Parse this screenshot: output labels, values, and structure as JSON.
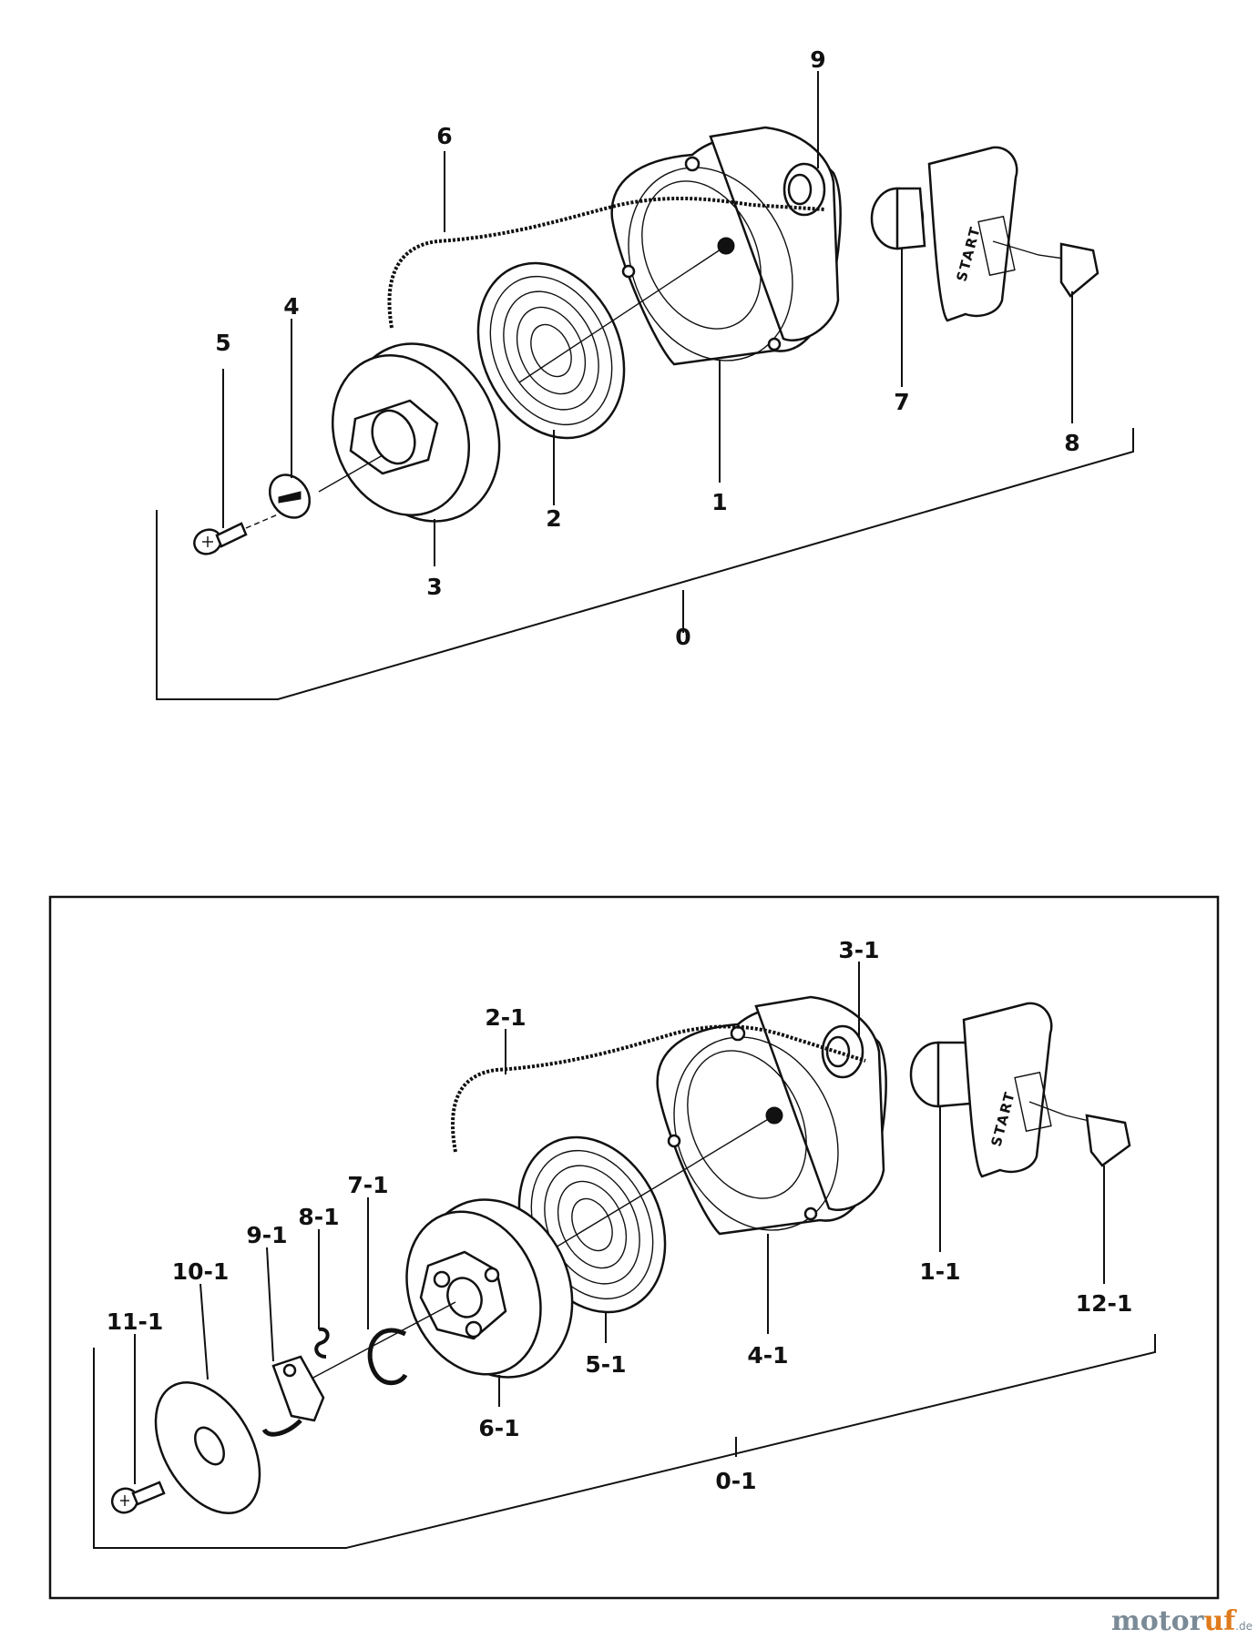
{
  "diagram_1": {
    "callouts": {
      "assembly": "0",
      "housing": "1",
      "spring": "2",
      "pulley": "3",
      "washer": "4",
      "screw": "5",
      "rope": "6",
      "guide": "7",
      "stopper": "8",
      "bushing": "9"
    },
    "handle_text": "START"
  },
  "diagram_2": {
    "callouts": {
      "assembly": "0-1",
      "guide": "1-1",
      "rope": "2-1",
      "bushing": "3-1",
      "housing": "4-1",
      "spring": "5-1",
      "pulley": "6-1",
      "spring_clip": "7-1",
      "pawl_spring": "8-1",
      "pawl": "9-1",
      "plate": "10-1",
      "screw": "11-1",
      "stopper": "12-1"
    },
    "handle_text": "START"
  },
  "watermark": {
    "brand_part1": "motor",
    "brand_part2": "uf",
    "suffix": ".de"
  }
}
